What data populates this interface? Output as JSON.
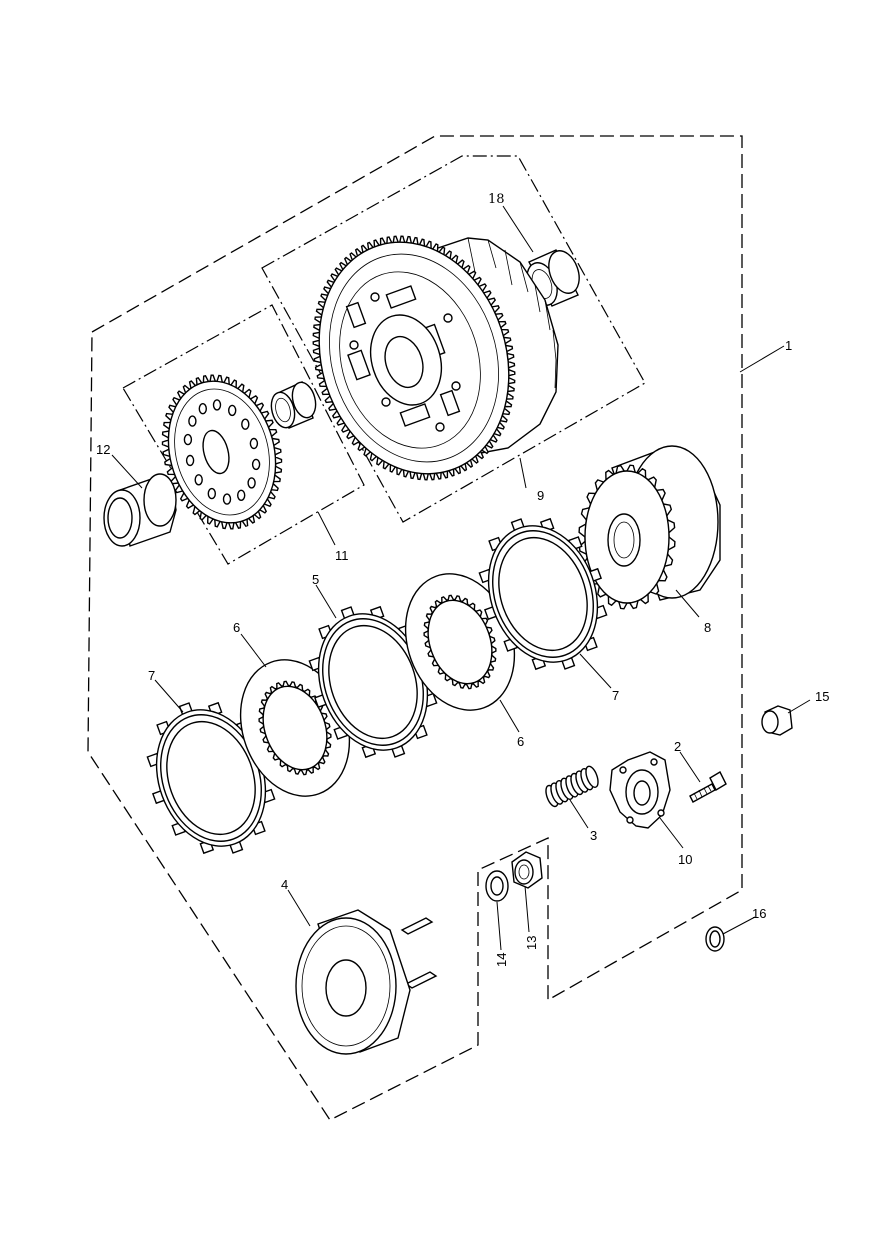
{
  "callouts": {
    "c1": "1",
    "c2": "2",
    "c3": "3",
    "c4": "4",
    "c5": "5",
    "c6a": "6",
    "c6b": "6",
    "c7a": "7",
    "c7b": "7",
    "c8": "8",
    "c9": "9",
    "c10": "10",
    "c11": "11",
    "c12": "12",
    "c13": "13",
    "c14": "14",
    "c15": "15",
    "c16": "16",
    "c18": "18"
  },
  "parts": [
    {
      "id": "1",
      "icon": "assembly-boundary-icon"
    },
    {
      "id": "2",
      "icon": "bolt-icon"
    },
    {
      "id": "3",
      "icon": "spring-icon"
    },
    {
      "id": "4",
      "icon": "pressure-plate-icon"
    },
    {
      "id": "5",
      "icon": "friction-plate-icon"
    },
    {
      "id": "6",
      "icon": "plain-plate-icon"
    },
    {
      "id": "7",
      "icon": "friction-plate-icon"
    },
    {
      "id": "8",
      "icon": "clutch-hub-icon"
    },
    {
      "id": "9",
      "icon": "clutch-basket-gear-icon"
    },
    {
      "id": "10",
      "icon": "spring-plate-icon"
    },
    {
      "id": "11",
      "icon": "drive-gear-icon"
    },
    {
      "id": "12",
      "icon": "bush-icon"
    },
    {
      "id": "13",
      "icon": "nut-icon"
    },
    {
      "id": "14",
      "icon": "washer-icon"
    },
    {
      "id": "15",
      "icon": "cap-icon"
    },
    {
      "id": "16",
      "icon": "circlip-icon"
    },
    {
      "id": "18",
      "icon": "needle-bearing-icon"
    }
  ],
  "colors": {
    "ink": "#000000",
    "paper": "#ffffff"
  }
}
